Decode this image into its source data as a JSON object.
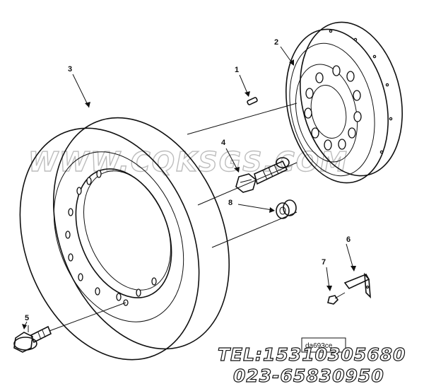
{
  "callouts": {
    "part_1": "1",
    "part_2": "2",
    "part_3": "3",
    "part_4": "4",
    "part_5": "5",
    "part_6": "6",
    "part_7": "7",
    "part_8": "8"
  },
  "watermark": "WWW.CQKSGS.COM",
  "contact": {
    "tel": "TEL:15310305680",
    "phone": "023-65830950"
  },
  "drawing_code": "da693ce"
}
